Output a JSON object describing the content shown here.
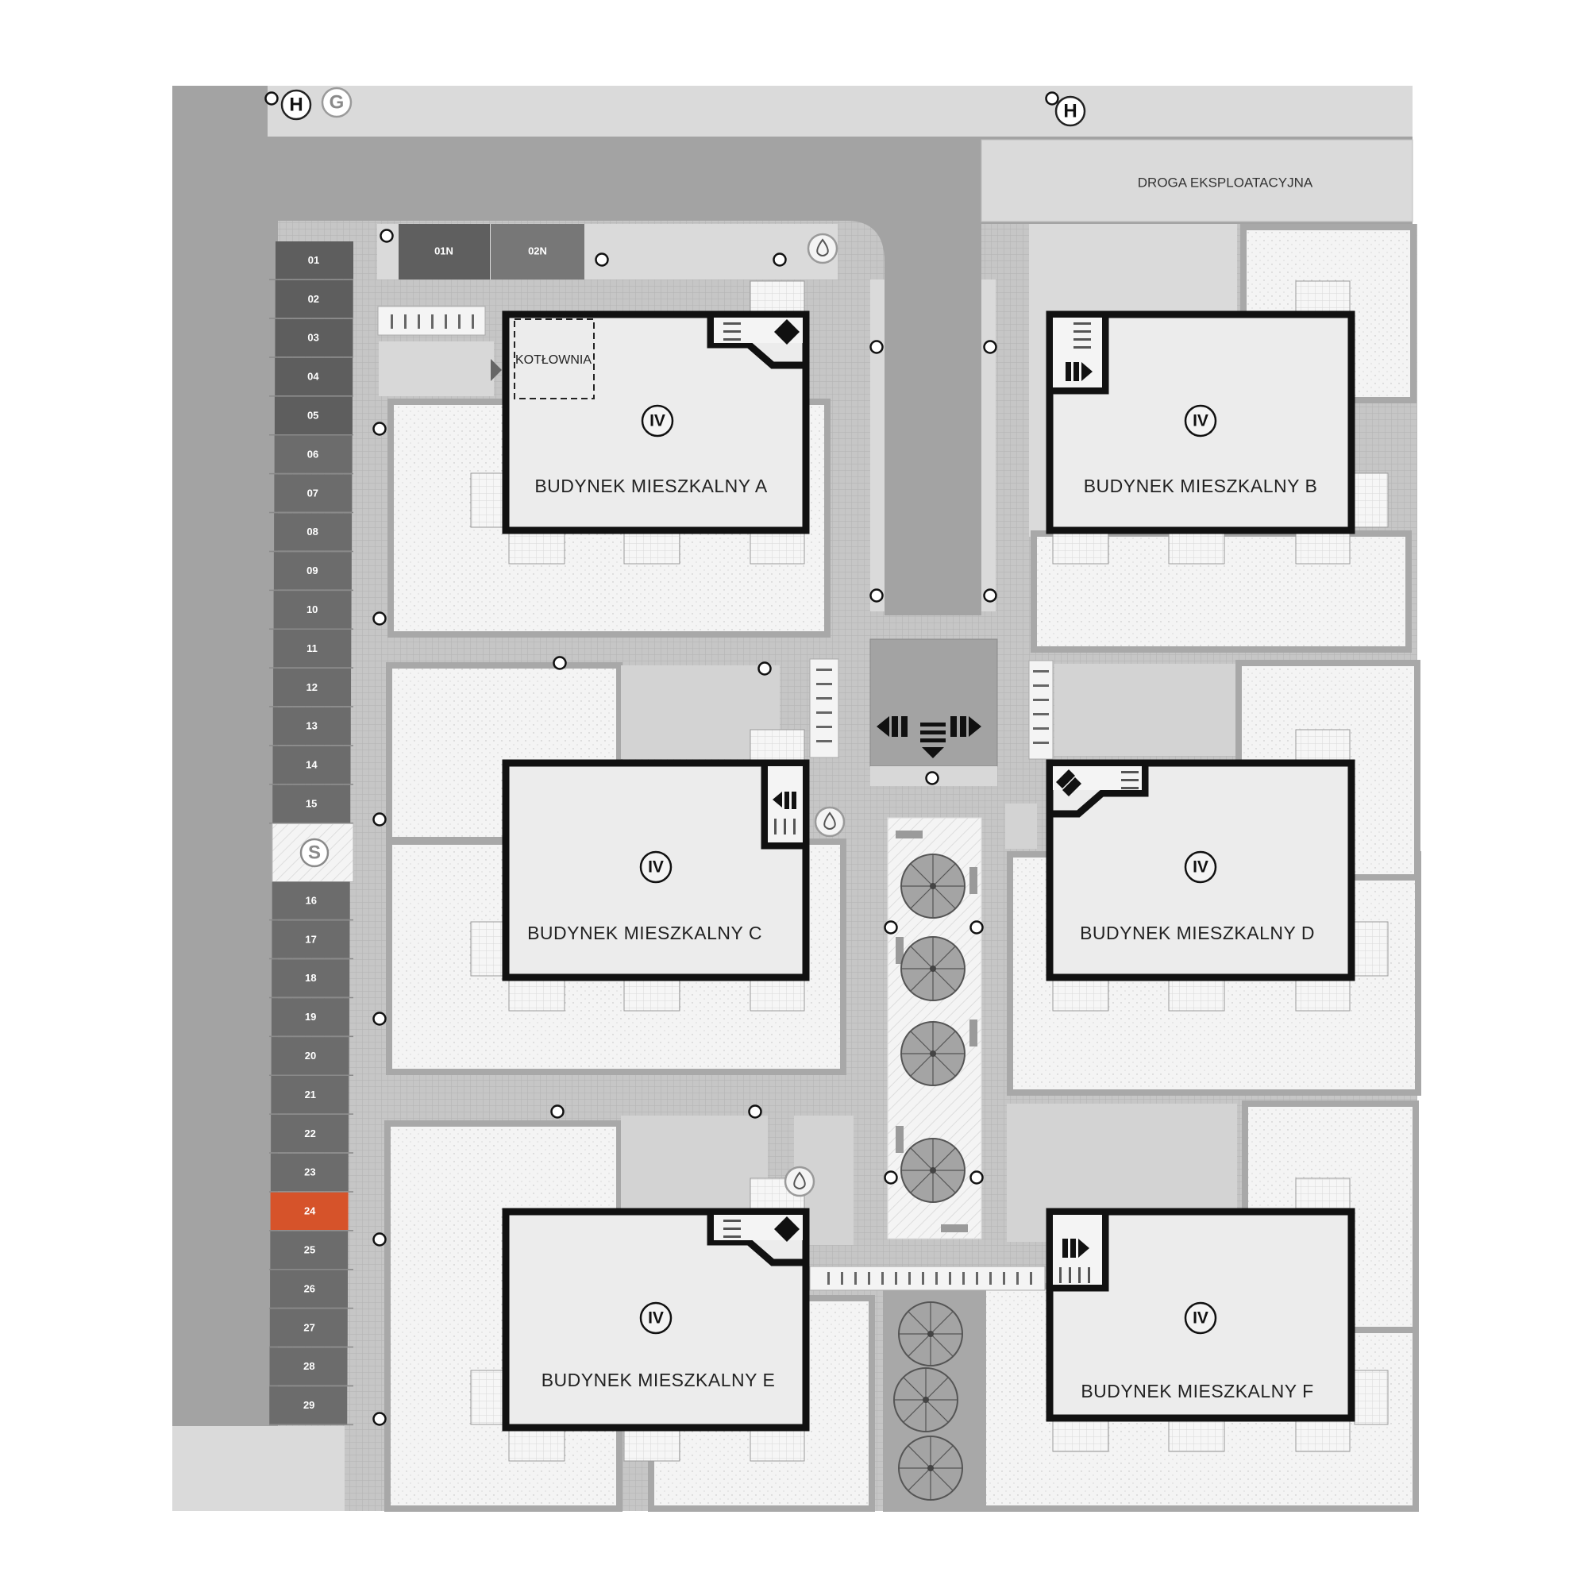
{
  "road_label": "DROGA EKSPLOATACYJNA",
  "boiler_room_label": "KOTŁOWNIA",
  "top_stalls": [
    "01N",
    "02N"
  ],
  "parking_stalls": [
    "01",
    "02",
    "03",
    "04",
    "05",
    "06",
    "07",
    "08",
    "09",
    "10",
    "11",
    "12",
    "13",
    "14",
    "15",
    "S",
    "16",
    "17",
    "18",
    "19",
    "20",
    "21",
    "22",
    "23",
    "24",
    "25",
    "26",
    "27",
    "28",
    "29"
  ],
  "highlighted_stall": "24",
  "buildings": [
    {
      "id": "A",
      "name": "BUDYNEK MIESZKALNY A",
      "floors": "IV"
    },
    {
      "id": "B",
      "name": "BUDYNEK MIESZKALNY B",
      "floors": "IV"
    },
    {
      "id": "C",
      "name": "BUDYNEK MIESZKALNY C",
      "floors": "IV"
    },
    {
      "id": "D",
      "name": "BUDYNEK MIESZKALNY D",
      "floors": "IV"
    },
    {
      "id": "E",
      "name": "BUDYNEK MIESZKALNY E",
      "floors": "IV"
    },
    {
      "id": "F",
      "name": "BUDYNEK MIESZKALNY F",
      "floors": "IV"
    }
  ],
  "hydrant_markers": [
    "H",
    "H"
  ],
  "gas_marker": "G",
  "colors": {
    "road": "#a3a3a3",
    "sidewalk": "#dadada",
    "paving": "#c4c4c4",
    "stall_dark": "#636363",
    "stall_mid": "#6f6f6f",
    "highlight": "#d6532a",
    "building_fill": "#ececec",
    "garden": "#f3f3f3",
    "wall": "#111111"
  }
}
